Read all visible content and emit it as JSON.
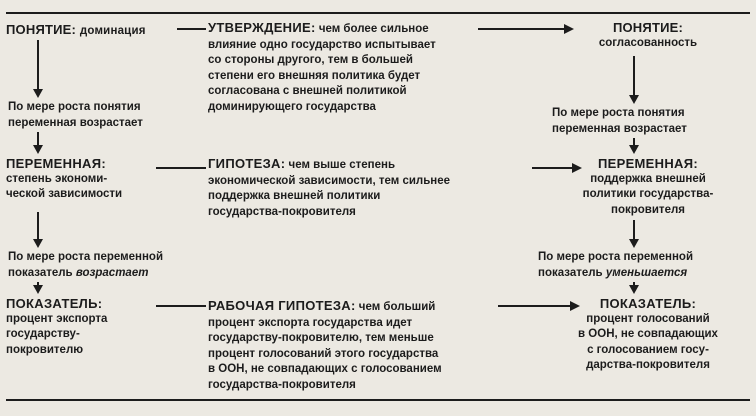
{
  "row1": {
    "left": {
      "label": "ПОНЯТИЕ:",
      "value": "доминация"
    },
    "middle": {
      "label": "УТВЕРЖДЕНИЕ:",
      "text": "чем более сильное\nвлияние одно государство испытывает\nсо стороны другого, тем в большей\nстепени его внешняя политика будет\nсогласована с внешней политикой\nдоминирующего государства"
    },
    "right": {
      "label": "ПОНЯТИЕ:",
      "value": "согласованность"
    }
  },
  "row2": {
    "left_note": "По мере роста понятия\nпеременная возрастает",
    "right_note": "По мере роста понятия\nпеременная возрастает",
    "left": {
      "label": "ПЕРЕМЕННАЯ:",
      "text": "степень экономи-\nческой зависимости"
    },
    "middle": {
      "label": "ГИПОТЕЗА:",
      "text": "чем выше степень\nэкономической зависимости, тем сильнее\nподдержка внешней политики\nгосударства-покровителя"
    },
    "right": {
      "label": "ПЕРЕМЕННАЯ:",
      "text": "поддержка внешней\nполитики государства-\nпокровителя"
    }
  },
  "row3": {
    "left_note": {
      "line1": "По мере роста переменной",
      "prefix": "показатель ",
      "emphasis": "возрастает"
    },
    "right_note": {
      "line1": "По мере роста переменной",
      "prefix": "показатель ",
      "emphasis": "уменьшается"
    },
    "left": {
      "label": "ПОКАЗАТЕЛЬ:",
      "text": "процент экспорта\nгосударству-\nпокровителю"
    },
    "middle": {
      "label": "РАБОЧАЯ ГИПОТЕЗА:",
      "text": "чем больший\nпроцент экспорта государства идет\nгосударству-покровителю, тем меньше\nпроцент голосований этого государства\nв ООН, не совпадающих с голосованием\nгосударства-покровителя"
    },
    "right": {
      "label": "ПОКАЗАТЕЛЬ:",
      "text": "процент голосований\nв ООН, не совпадающих\nс голосованием госу-\nдарства-покровителя"
    }
  }
}
